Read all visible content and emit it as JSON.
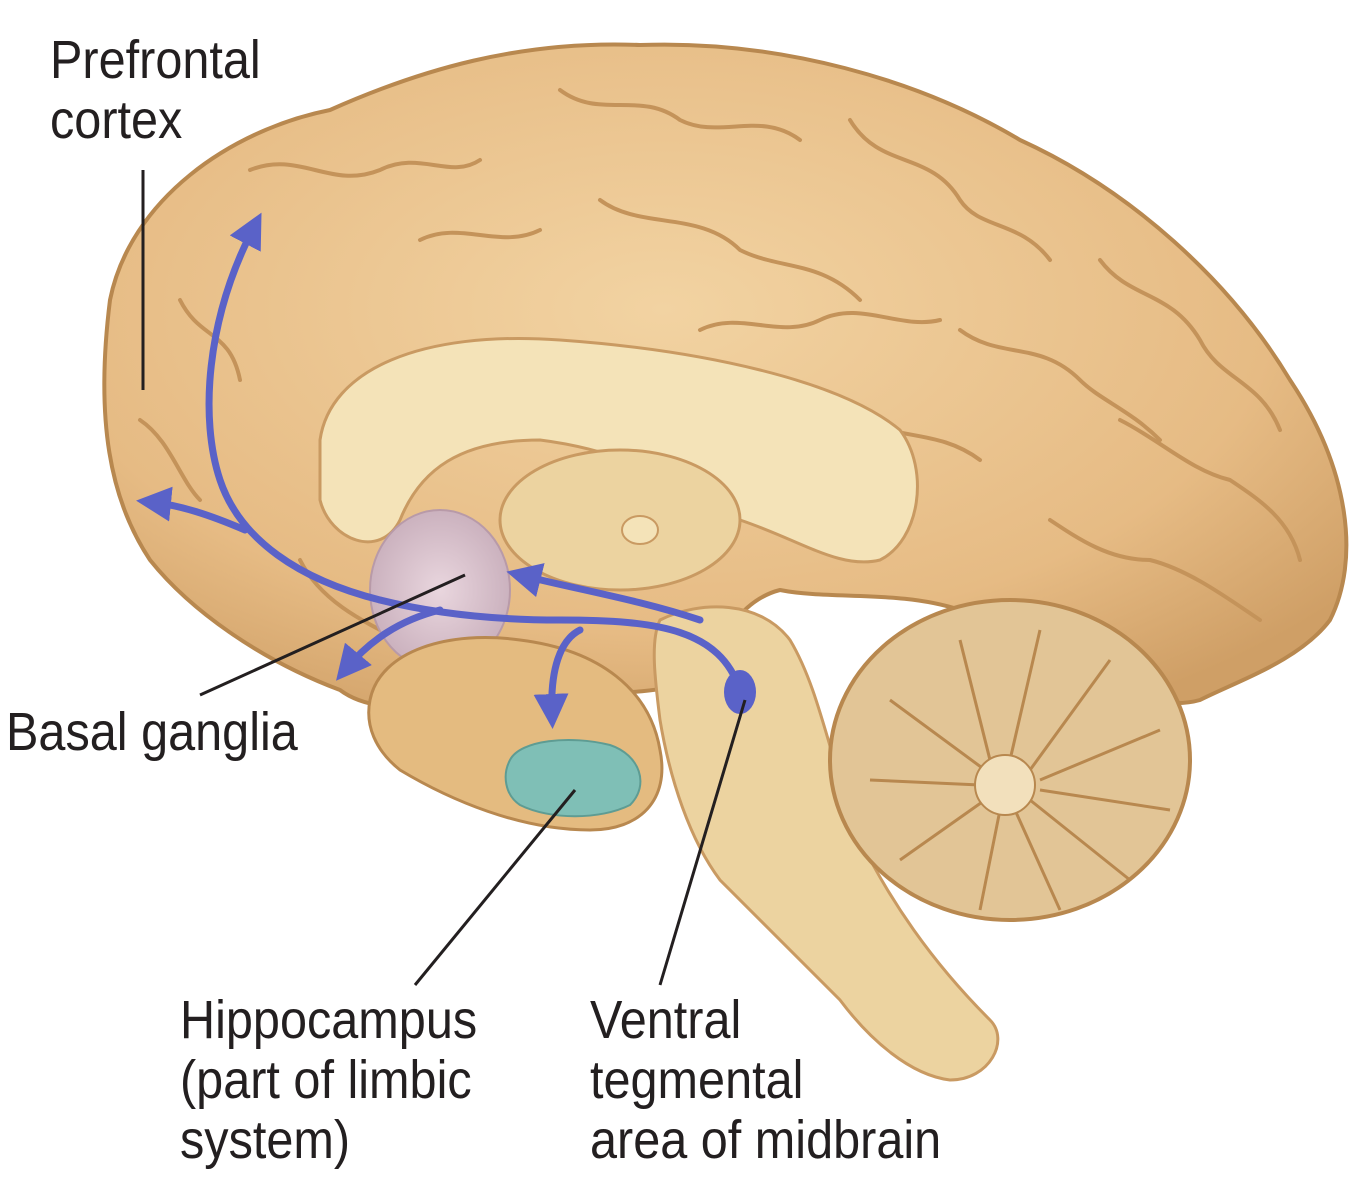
{
  "labels": {
    "prefrontal": [
      "Prefrontal",
      "cortex"
    ],
    "basal": [
      "Basal ganglia"
    ],
    "hippocampus": [
      "Hippocampus",
      "(part of limbic",
      "system)"
    ],
    "vta": [
      "Ventral",
      "tegmental",
      "area of midbrain"
    ]
  },
  "colors": {
    "pathway": "#5a62c8",
    "cortex": "#e8bf8a",
    "cortex_shadow": "#c99a62",
    "white_matter": "#f4e3b8",
    "brainstem": "#ecd3a0",
    "basal_ganglia": "#dcc4cf",
    "hippocampus": "#7fbfb6",
    "cerebellum": "#e2c596",
    "leader_line": "#231f20"
  }
}
